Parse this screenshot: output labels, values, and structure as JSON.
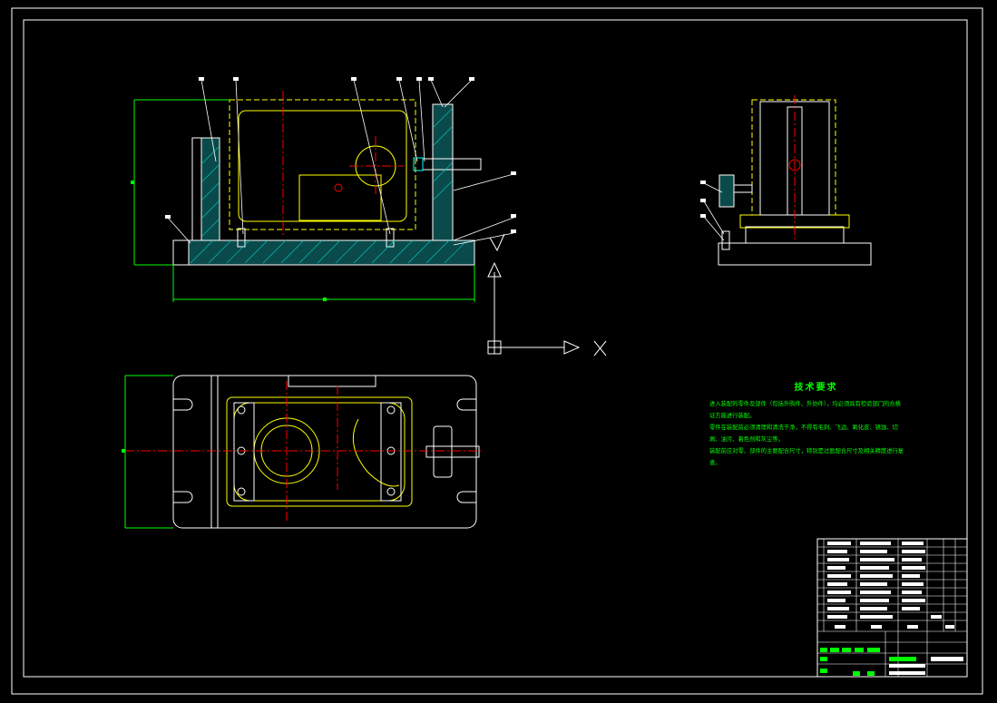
{
  "drawing": {
    "tech_requirements": {
      "title": "技术要求",
      "lines": [
        "进入装配的零件及部件（包括外购件、外协件），均必须具有检验部门的合格证方能进行装配。",
        "零件在装配前必须清理和清洗干净，不得有毛刺、飞边、氧化皮、锈蚀、切屑、油污、着色剂和灰尘等。",
        "装配前应对零、部件的主要配合尺寸，特别是过盈配合尺寸及相关精度进行复查。"
      ]
    },
    "axis_label": "X",
    "colors": {
      "background": "#000000",
      "outline": "#ffffff",
      "part": "#ffff00",
      "centerline": "#ff0000",
      "dimension": "#00ff00",
      "hatch": "#00c8c8",
      "highlight": "#00ffff"
    }
  }
}
